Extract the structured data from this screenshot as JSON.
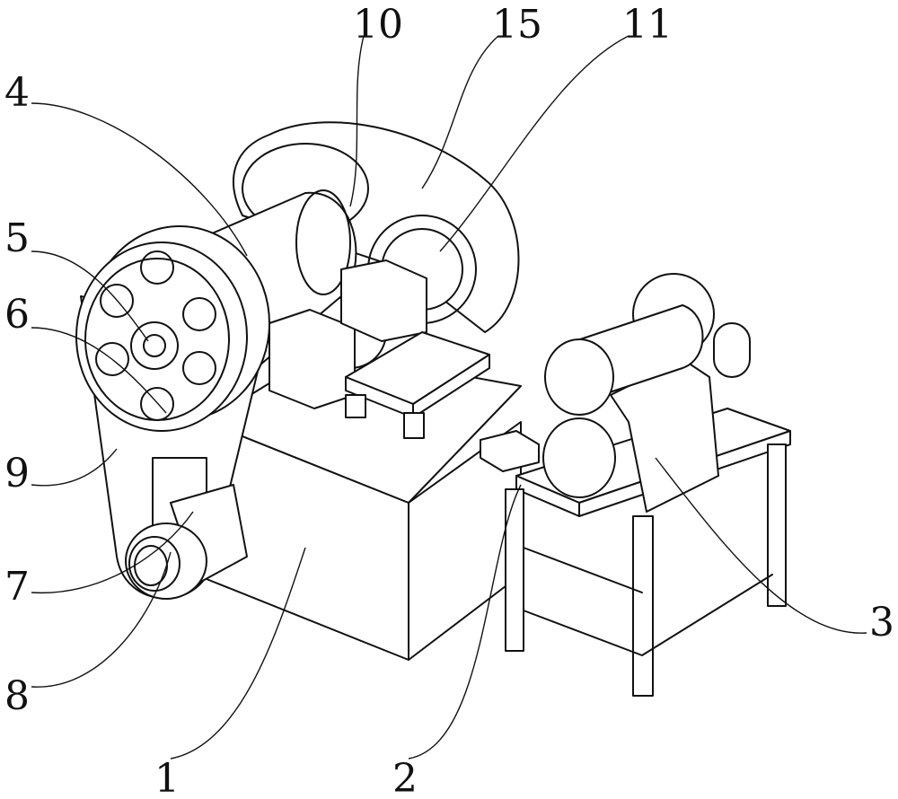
{
  "figure": {
    "labels": {
      "l1": "1",
      "l2": "2",
      "l3": "3",
      "l4": "4",
      "l5": "5",
      "l6": "6",
      "l7": "7",
      "l8": "8",
      "l9": "9",
      "l10": "10",
      "l11": "11",
      "l15": "15"
    },
    "colors": {
      "ink": "#111111",
      "paper": "#ffffff"
    }
  }
}
